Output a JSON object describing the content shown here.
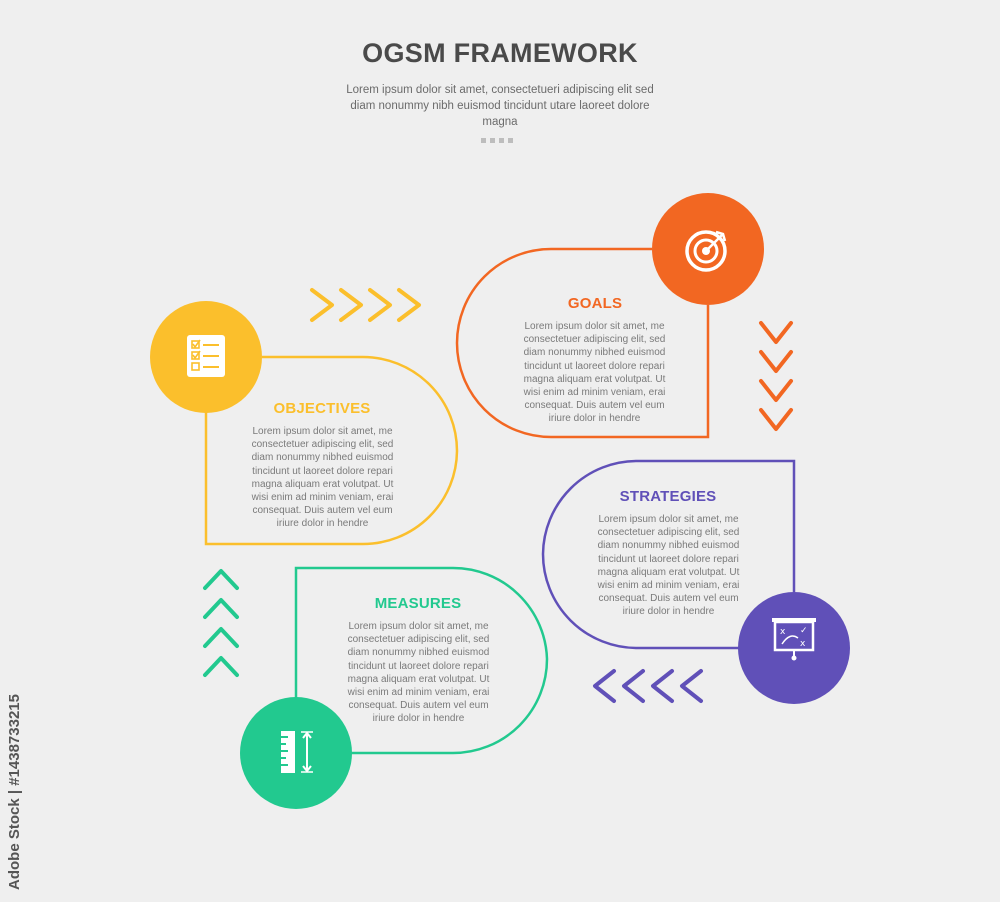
{
  "header": {
    "title": "OGSM FRAMEWORK",
    "subtitle": "Lorem ipsum dolor sit amet, consectetueri adipiscing elit sed diam nonummy nibh euismod tincidunt utare laoreet dolore magna"
  },
  "colors": {
    "background": "#efefef",
    "objectives": "#fbbf2c",
    "goals": "#f26722",
    "strategies": "#6050b8",
    "measures": "#22c98f"
  },
  "steps": [
    {
      "key": "objectives",
      "title": "OBJECTIVES",
      "icon": "checklist-icon",
      "body": "Lorem ipsum dolor sit amet, me consectetuer adipiscing elit, sed diam nonummy nibhed euismod tincidunt ut laoreet dolore repari magna aliquam erat volutpat. Ut wisi enim ad minim veniam, erai consequat. Duis autem vel eum iriure dolor in hendre"
    },
    {
      "key": "goals",
      "title": "GOALS",
      "icon": "target-icon",
      "body": "Lorem ipsum dolor sit amet, me consectetuer adipiscing elit, sed diam nonummy nibhed euismod tincidunt ut laoreet dolore repari magna aliquam erat volutpat. Ut wisi enim ad minim veniam, erai consequat. Duis autem vel eum iriure dolor in hendre"
    },
    {
      "key": "strategies",
      "title": "STRATEGIES",
      "icon": "strategy-board-icon",
      "body": "Lorem ipsum dolor sit amet, me consectetuer adipiscing elit, sed diam nonummy nibhed euismod tincidunt ut laoreet dolore repari magna aliquam erat volutpat. Ut wisi enim ad minim veniam, erai consequat. Duis autem vel eum iriure dolor in hendre"
    },
    {
      "key": "measures",
      "title": "MEASURES",
      "icon": "ruler-measure-icon",
      "body": "Lorem ipsum dolor sit amet, me consectetuer adipiscing elit, sed diam nonummy nibhed euismod tincidunt ut laoreet dolore repari magna aliquam erat volutpat. Ut wisi enim ad minim veniam, erai consequat. Duis autem vel eum iriure dolor in hendre"
    }
  ],
  "watermark": "Adobe Stock | #1438733215"
}
